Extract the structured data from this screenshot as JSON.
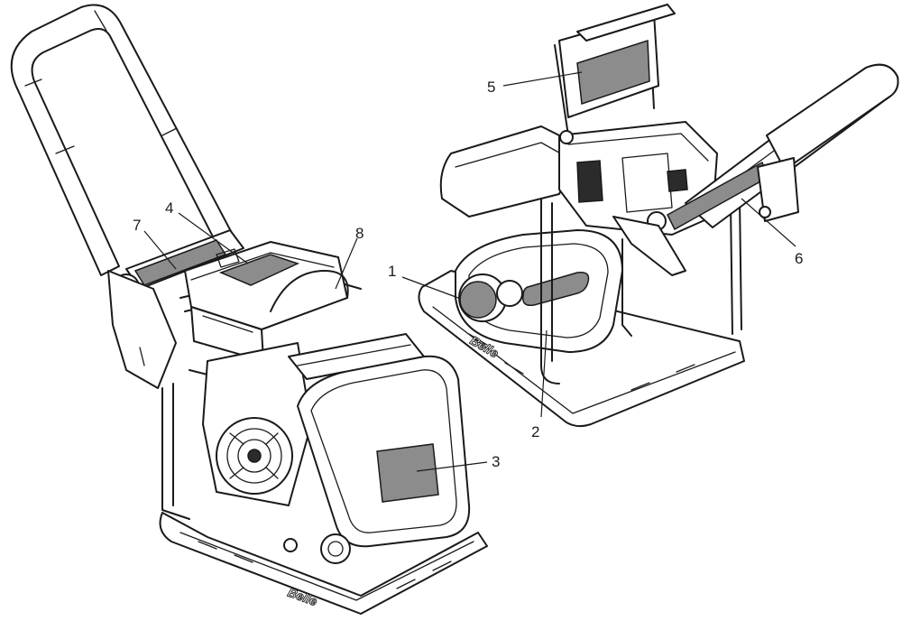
{
  "callouts": [
    {
      "id": "1",
      "label": "1"
    },
    {
      "id": "2",
      "label": "2"
    },
    {
      "id": "3",
      "label": "3"
    },
    {
      "id": "4",
      "label": "4"
    },
    {
      "id": "5",
      "label": "5"
    },
    {
      "id": "6",
      "label": "6"
    },
    {
      "id": "7",
      "label": "7"
    },
    {
      "id": "8",
      "label": "8"
    }
  ],
  "logo": {
    "brand": "Belle"
  },
  "colors": {
    "line": "#1a1a1a",
    "decal": "#8c8c8c",
    "background": "#ffffff"
  }
}
